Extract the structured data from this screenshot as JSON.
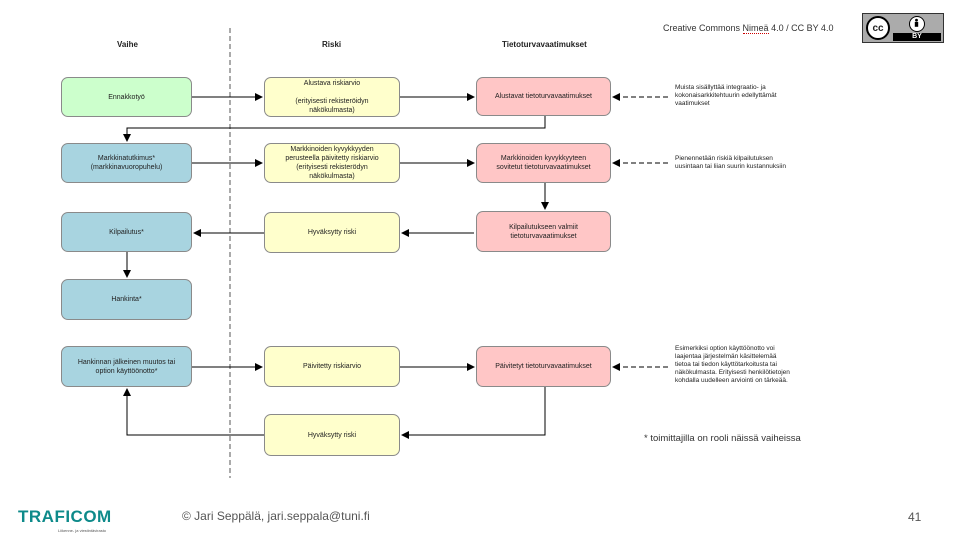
{
  "license": {
    "prefix": "Creative Commons",
    "name": "Nimeä",
    "suffix": "4.0 / CC BY 4.0",
    "badge_cc": "cc",
    "badge_by": "BY"
  },
  "columns": {
    "phase": "Vaihe",
    "risk": "Riski",
    "security": "Tietoturvavaatimukset"
  },
  "phase_boxes": [
    {
      "text": "Ennakkotyö"
    },
    {
      "text": "Markkinatutkimus*\n(markkinavuoropuhelu)"
    },
    {
      "text": "Kilpailutus*"
    },
    {
      "text": "Hankinta*"
    },
    {
      "text": "Hankinnan jälkeinen muutos tai\noption käyttöönotto*"
    }
  ],
  "risk_boxes": [
    {
      "text": "Alustava riskiarvio\n\n(erityisesti rekisteröidyn\nnäkökulmasta)"
    },
    {
      "text": "Markkinoiden kyvykkyyden\nperusteella päivitetty riskiarvio\n(erityisesti rekisterödyn\nnäkökulmasta)"
    },
    {
      "text": "Hyväksytty riski"
    },
    {
      "text": "Päivitetty riskiarvio"
    },
    {
      "text": "Hyväksytty riski"
    }
  ],
  "security_boxes": [
    {
      "text": "Alustavat tietoturvavaatimukset"
    },
    {
      "text": "Markkinoiden kyvykkyyteen\nsovitetut tietoturvavaatimukset"
    },
    {
      "text": "Kilpailutukseen valmiit\ntietoturvavaatimukset"
    },
    {
      "text": "Päivitetyt tietoturvavaatimukset"
    }
  ],
  "notes": [
    {
      "text": "Muista sisällyttää integraatio- ja\nkokonaisarkkitehtuurin edellyttämät\nvaatimukset"
    },
    {
      "text": "Pienennetään riskiä kilpailutuksen\nuusintaan tai liian suurin kustannuksiin"
    },
    {
      "text": "Esimerkiksi option käyttöönotto voi\nlaajentaa järjestelmän käsittelemää\ntietoa tai tiedon käyttötarkoitusta tai\nnäkökulmasta. Erityisesti henkilötietojen\nkohdalla uudelleen arviointi on tärkeää."
    }
  ],
  "footnote": "* toimittajilla on rooli näissä vaiheissa",
  "footer": {
    "logo_text": "TRAFICOM",
    "logo_sub": "Liikenne- ja viestintävirasto",
    "copyright": "© Jari Seppälä, jari.seppala@tuni.fi",
    "page_number": "41"
  },
  "colors": {
    "green": "#ccffcc",
    "blue": "#a8d4e0",
    "yellow": "#ffffcc",
    "pink": "#ffc6c6",
    "logo": "#0e8a8a"
  }
}
